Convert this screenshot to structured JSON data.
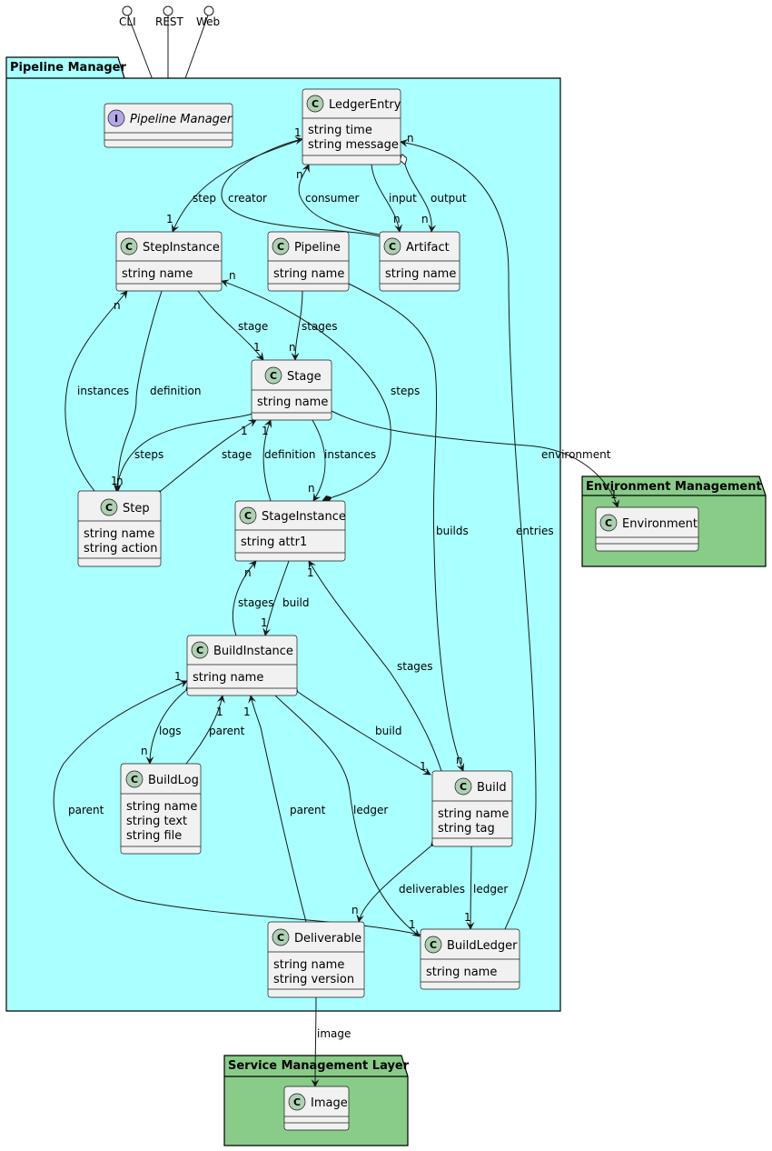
{
  "interfaces_top": [
    "CLI",
    "REST",
    "Web"
  ],
  "packages": {
    "pipeline_manager": "Pipeline Manager",
    "environment_management": "Environment Management",
    "service_management": "Service Management Layer"
  },
  "colors": {
    "pipeline_manager_bg": "#AAFFFF",
    "env_bg": "#88CC88",
    "class_fill": "#F1F1F1",
    "class_badge": "#ADD1B2",
    "interface_badge": "#B4A7E5",
    "stroke": "#181818"
  },
  "classes": {
    "pipeline_manager_iface": {
      "kind": "I",
      "name": "Pipeline Manager",
      "attrs": []
    },
    "ledger_entry": {
      "kind": "C",
      "name": "LedgerEntry",
      "attrs": [
        "string time",
        "string message"
      ]
    },
    "step_instance": {
      "kind": "C",
      "name": "StepInstance",
      "attrs": [
        "string name"
      ]
    },
    "pipeline": {
      "kind": "C",
      "name": "Pipeline",
      "attrs": [
        "string name"
      ]
    },
    "artifact": {
      "kind": "C",
      "name": "Artifact",
      "attrs": [
        "string name"
      ]
    },
    "stage": {
      "kind": "C",
      "name": "Stage",
      "attrs": [
        "string name"
      ]
    },
    "step": {
      "kind": "C",
      "name": "Step",
      "attrs": [
        "string name",
        "string action"
      ]
    },
    "stage_instance": {
      "kind": "C",
      "name": "StageInstance",
      "attrs": [
        "string attr1"
      ]
    },
    "build_instance": {
      "kind": "C",
      "name": "BuildInstance",
      "attrs": [
        "string name"
      ]
    },
    "build_log": {
      "kind": "C",
      "name": "BuildLog",
      "attrs": [
        "string name",
        "string text",
        "string file"
      ]
    },
    "build": {
      "kind": "C",
      "name": "Build",
      "attrs": [
        "string name",
        "string tag"
      ]
    },
    "deliverable": {
      "kind": "C",
      "name": "Deliverable",
      "attrs": [
        "string name",
        "string version"
      ]
    },
    "build_ledger": {
      "kind": "C",
      "name": "BuildLedger",
      "attrs": [
        "string name"
      ]
    },
    "environment": {
      "kind": "C",
      "name": "Environment",
      "attrs": []
    },
    "image": {
      "kind": "C",
      "name": "Image",
      "attrs": []
    }
  },
  "edge_labels": {
    "step": "step",
    "creator": "creator",
    "consumer": "consumer",
    "input": "input",
    "output": "output",
    "stages_pipeline": "stages",
    "stage": "stage",
    "instances_step": "instances",
    "definition_step": "definition",
    "steps_stageinst": "steps",
    "steps_stage": "steps",
    "stage_step": "stage",
    "definition_stage": "definition",
    "instances_stage": "instances",
    "environment": "environment",
    "builds": "builds",
    "entries": "entries",
    "stages_build": "stages",
    "build_si": "build",
    "stages_bi": "stages",
    "logs": "logs",
    "parent_log": "parent",
    "build_bi": "build",
    "parent_bl": "parent",
    "parent_del": "parent",
    "ledger_bi": "ledger",
    "deliverables": "deliverables",
    "ledger_build": "ledger",
    "image": "image"
  },
  "multiplicities": {
    "one": "1",
    "n": "n"
  }
}
